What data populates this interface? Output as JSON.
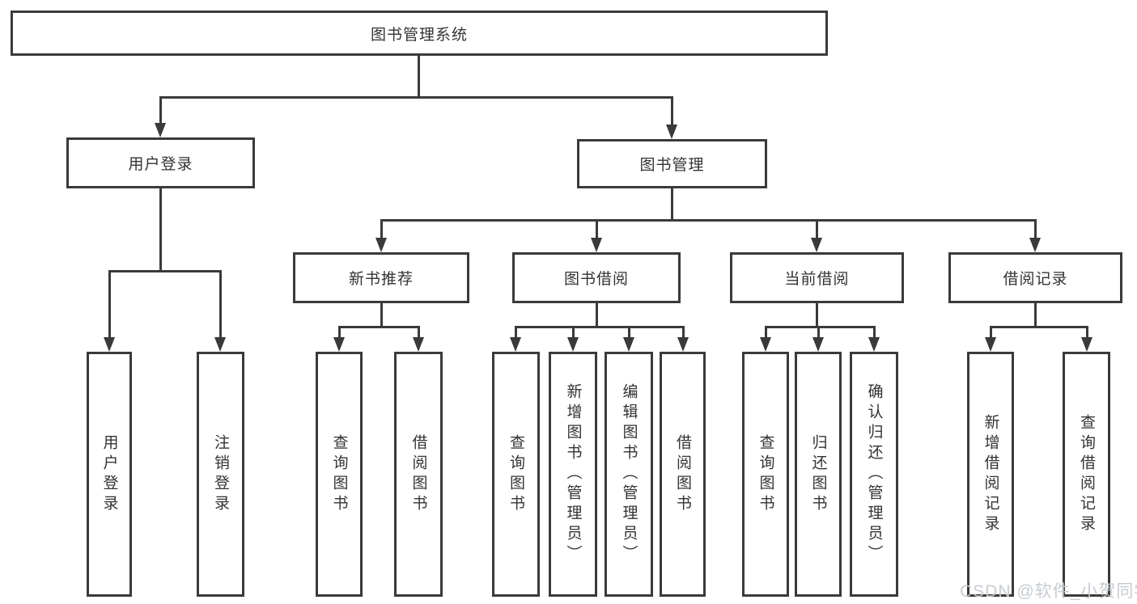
{
  "diagram": {
    "title": "图书管理系统",
    "watermark": "CSDN @软件_小贺同学",
    "colors": {
      "line": "#3a3a3a",
      "text": "#333333",
      "background": "#ffffff",
      "watermark": "#c4c9cf"
    },
    "nodes": {
      "root": "图书管理系统",
      "user_login": "用户登录",
      "book_mgmt": "图书管理",
      "new_book_rec": "新书推荐",
      "book_borrow": "图书借阅",
      "current_borrow": "当前借阅",
      "borrow_records": "借阅记录",
      "ul_user_login": "用户登录",
      "ul_logout": "注销登录",
      "nb_query": "查询图书",
      "nb_borrow": "借阅图书",
      "bb_query": "查询图书",
      "bb_add": "新增图书（管理员）",
      "bb_edit": "编辑图书（管理员）",
      "bb_borrow": "借阅图书",
      "cb_query": "查询图书",
      "cb_return": "归还图书",
      "cb_confirm": "确认归还（管理员）",
      "br_add": "新增借阅记录",
      "br_query": "查询借阅记录"
    },
    "hierarchy": {
      "图书管理系统": [
        "用户登录",
        "图书管理"
      ],
      "用户登录": [
        "用户登录",
        "注销登录"
      ],
      "图书管理": [
        "新书推荐",
        "图书借阅",
        "当前借阅",
        "借阅记录"
      ],
      "新书推荐": [
        "查询图书",
        "借阅图书"
      ],
      "图书借阅": [
        "查询图书",
        "新增图书（管理员）",
        "编辑图书（管理员）",
        "借阅图书"
      ],
      "当前借阅": [
        "查询图书",
        "归还图书",
        "确认归还（管理员）"
      ],
      "借阅记录": [
        "新增借阅记录",
        "查询借阅记录"
      ]
    }
  }
}
